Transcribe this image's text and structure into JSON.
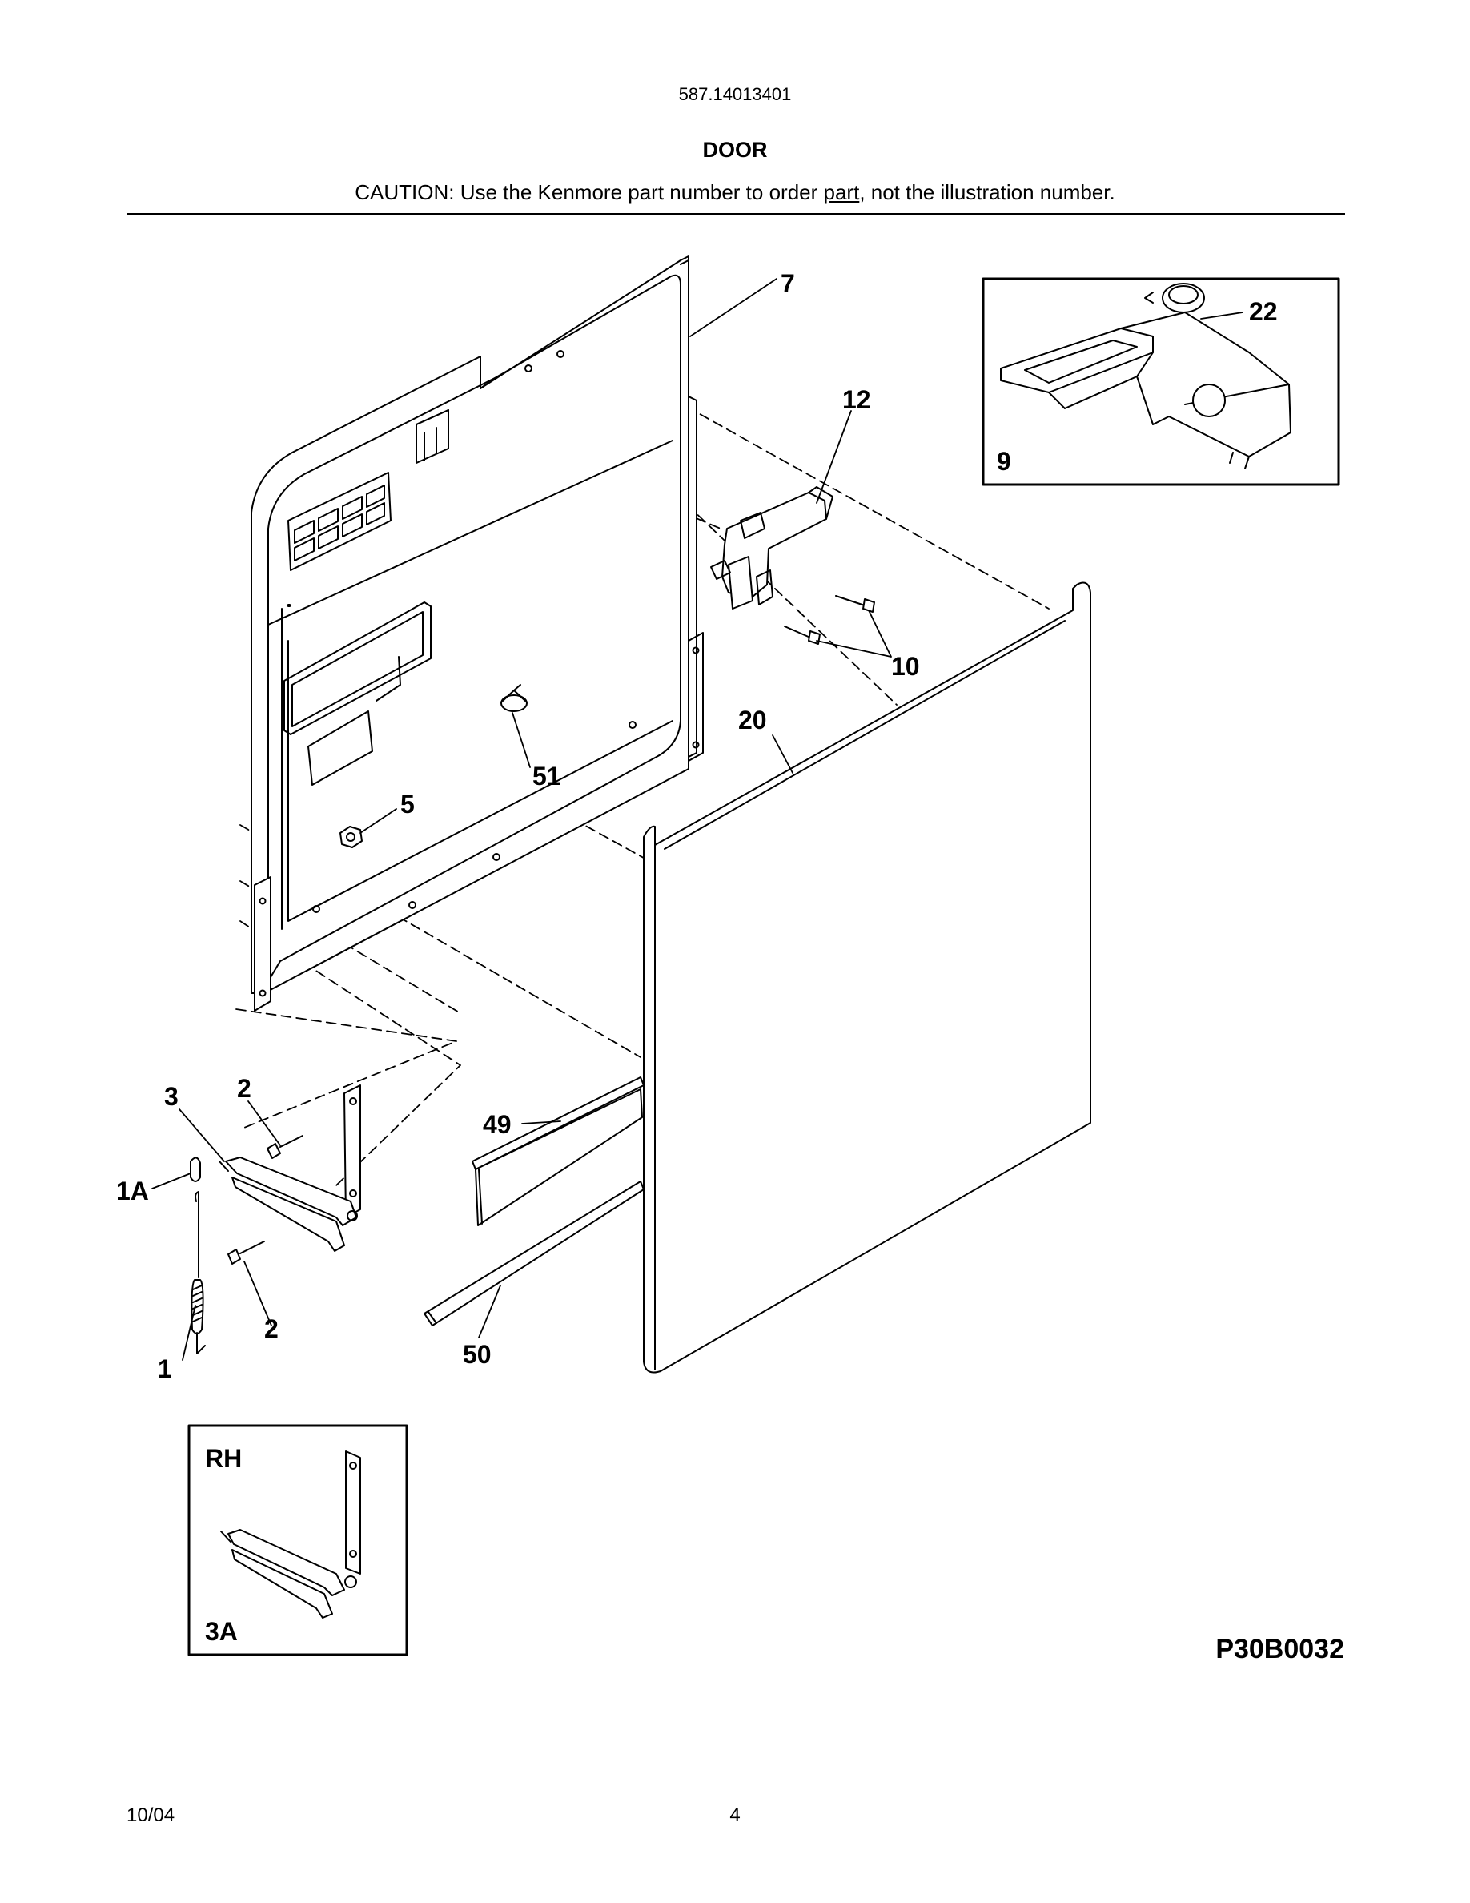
{
  "header": {
    "model_number": "587.14013401",
    "section_title": "DOOR",
    "caution_prefix": "CAUTION: Use the Kenmore part number to order ",
    "caution_underlined": "part",
    "caution_suffix": ", not the illustration number."
  },
  "callouts": {
    "c7": "7",
    "c12": "12",
    "c10": "10",
    "c20": "20",
    "c51": "51",
    "c5": "5",
    "c3": "3",
    "c2a": "2",
    "c2b": "2",
    "c1a": "1A",
    "c1": "1",
    "c49": "49",
    "c50": "50",
    "c22": "22",
    "c9": "9"
  },
  "inset_rh": {
    "side_label": "RH",
    "part_label": "3A"
  },
  "drawing_code": "P30B0032",
  "footer": {
    "date": "10/04",
    "page": "4"
  }
}
